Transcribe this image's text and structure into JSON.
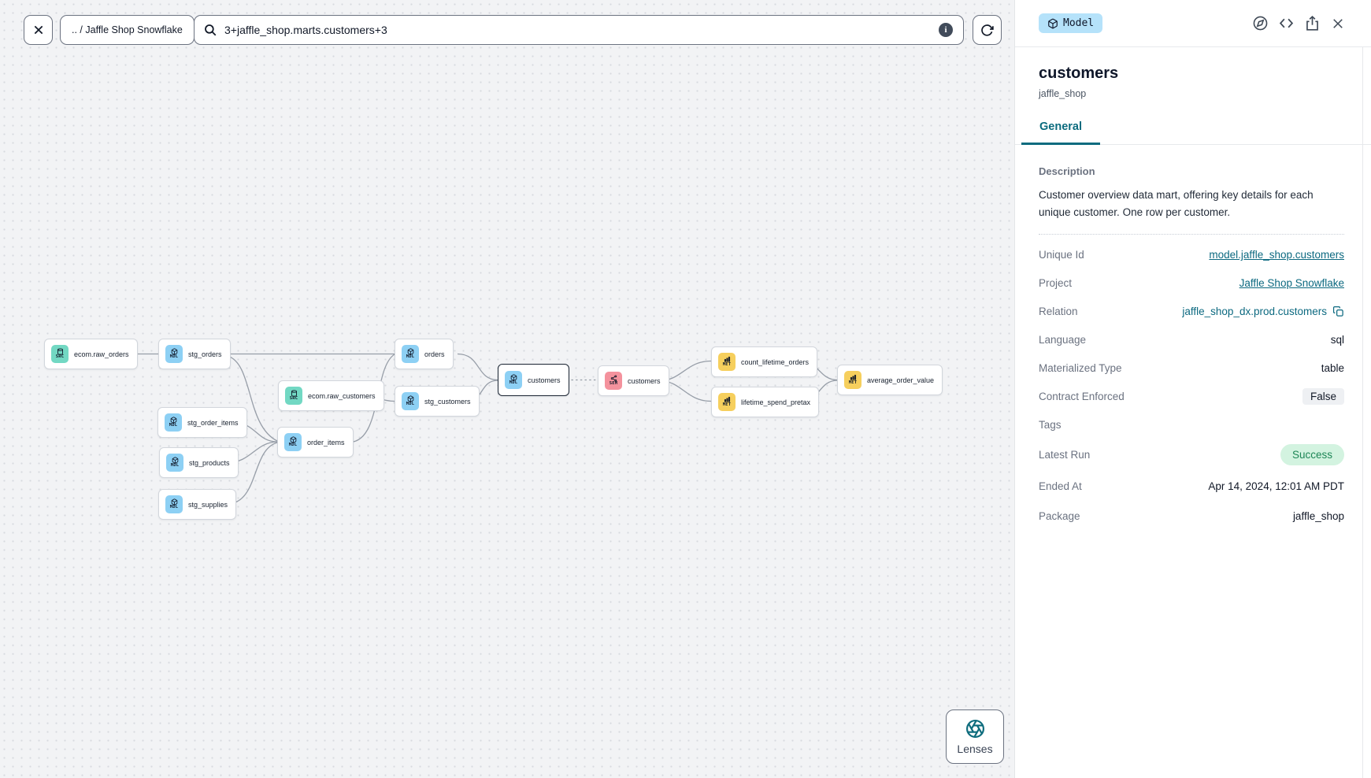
{
  "toolbar": {
    "breadcrumb": ".. / Jaffle Shop Snowflake",
    "search": {
      "value": "3+jaffle_shop.marts.customers+3"
    }
  },
  "graph": {
    "nodes": [
      {
        "id": "ecom.raw_orders",
        "label": "ecom.raw_orders",
        "badge": "SRC",
        "kind": "source"
      },
      {
        "id": "stg_orders",
        "label": "stg_orders",
        "badge": "MDL",
        "kind": "model"
      },
      {
        "id": "stg_order_items",
        "label": "stg_order_items",
        "badge": "MDL",
        "kind": "model"
      },
      {
        "id": "stg_products",
        "label": "stg_products",
        "badge": "MDL",
        "kind": "model"
      },
      {
        "id": "stg_supplies",
        "label": "stg_supplies",
        "badge": "MDL",
        "kind": "model"
      },
      {
        "id": "ecom.raw_customers",
        "label": "ecom.raw_customers",
        "badge": "SRC",
        "kind": "source"
      },
      {
        "id": "order_items",
        "label": "order_items",
        "badge": "MDL",
        "kind": "model"
      },
      {
        "id": "orders",
        "label": "orders",
        "badge": "MDL",
        "kind": "model"
      },
      {
        "id": "stg_customers",
        "label": "stg_customers",
        "badge": "MDL",
        "kind": "model"
      },
      {
        "id": "customers",
        "label": "customers",
        "badge": "MDL",
        "kind": "model",
        "selected": true
      },
      {
        "id": "customers_semantic",
        "label": "customers",
        "badge": "SEM",
        "kind": "semantic-model"
      },
      {
        "id": "count_lifetime_orders",
        "label": "count_lifetime_orders",
        "badge": "MET",
        "kind": "metric"
      },
      {
        "id": "lifetime_spend_pretax",
        "label": "lifetime_spend_pretax",
        "badge": "MET",
        "kind": "metric"
      },
      {
        "id": "average_order_value",
        "label": "average_order_value",
        "badge": "MET",
        "kind": "metric"
      }
    ],
    "lenses_label": "Lenses"
  },
  "panel": {
    "type_badge": "Model",
    "title": "customers",
    "subtitle": "jaffle_shop",
    "tabs": [
      {
        "label": "General",
        "active": true
      }
    ],
    "description_label": "Description",
    "description": "Customer overview data mart, offering key details for each unique customer. One row per customer.",
    "fields": [
      {
        "label": "Unique Id",
        "value": "model.jaffle_shop.customers",
        "type": "link"
      },
      {
        "label": "Project",
        "value": "Jaffle Shop Snowflake",
        "type": "link"
      },
      {
        "label": "Relation",
        "value": "jaffle_shop_dx.prod.customers",
        "type": "teal-copy"
      },
      {
        "label": "Language",
        "value": "sql",
        "type": "text"
      },
      {
        "label": "Materialized Type",
        "value": "table",
        "type": "text"
      },
      {
        "label": "Contract Enforced",
        "value": "False",
        "type": "pill-gray"
      },
      {
        "label": "Tags",
        "value": "",
        "type": "text"
      },
      {
        "label": "Latest Run",
        "value": "Success",
        "type": "pill-green"
      },
      {
        "label": "Ended At",
        "value": "Apr 14, 2024, 12:01 AM PDT",
        "type": "text"
      },
      {
        "label": "Package",
        "value": "jaffle_shop",
        "type": "text"
      }
    ]
  },
  "icons": {
    "close": "x-mark",
    "search": "magnifier",
    "info": "info-circle",
    "refresh": "rotate-cw",
    "explore": "compass",
    "code": "code-brackets",
    "share": "export-arrow-box",
    "copy": "copy-squares",
    "lenses": "aperture",
    "source_node": "database",
    "model_node": "cube",
    "semantic_node": "share-nodes",
    "metric_node": "bar-chart"
  },
  "colors": {
    "accent_teal": "#0c6980",
    "tab_teal": "#0b6b7e",
    "badge_model_bg": "#b5e2fa",
    "node_src": "#72d8c3",
    "node_mdl": "#8dd0f4",
    "node_sem": "#f4929d",
    "node_met": "#f6cf5d",
    "success_bg": "#d3f3e0",
    "success_text": "#1d8656",
    "false_bg": "#eef0f3"
  }
}
